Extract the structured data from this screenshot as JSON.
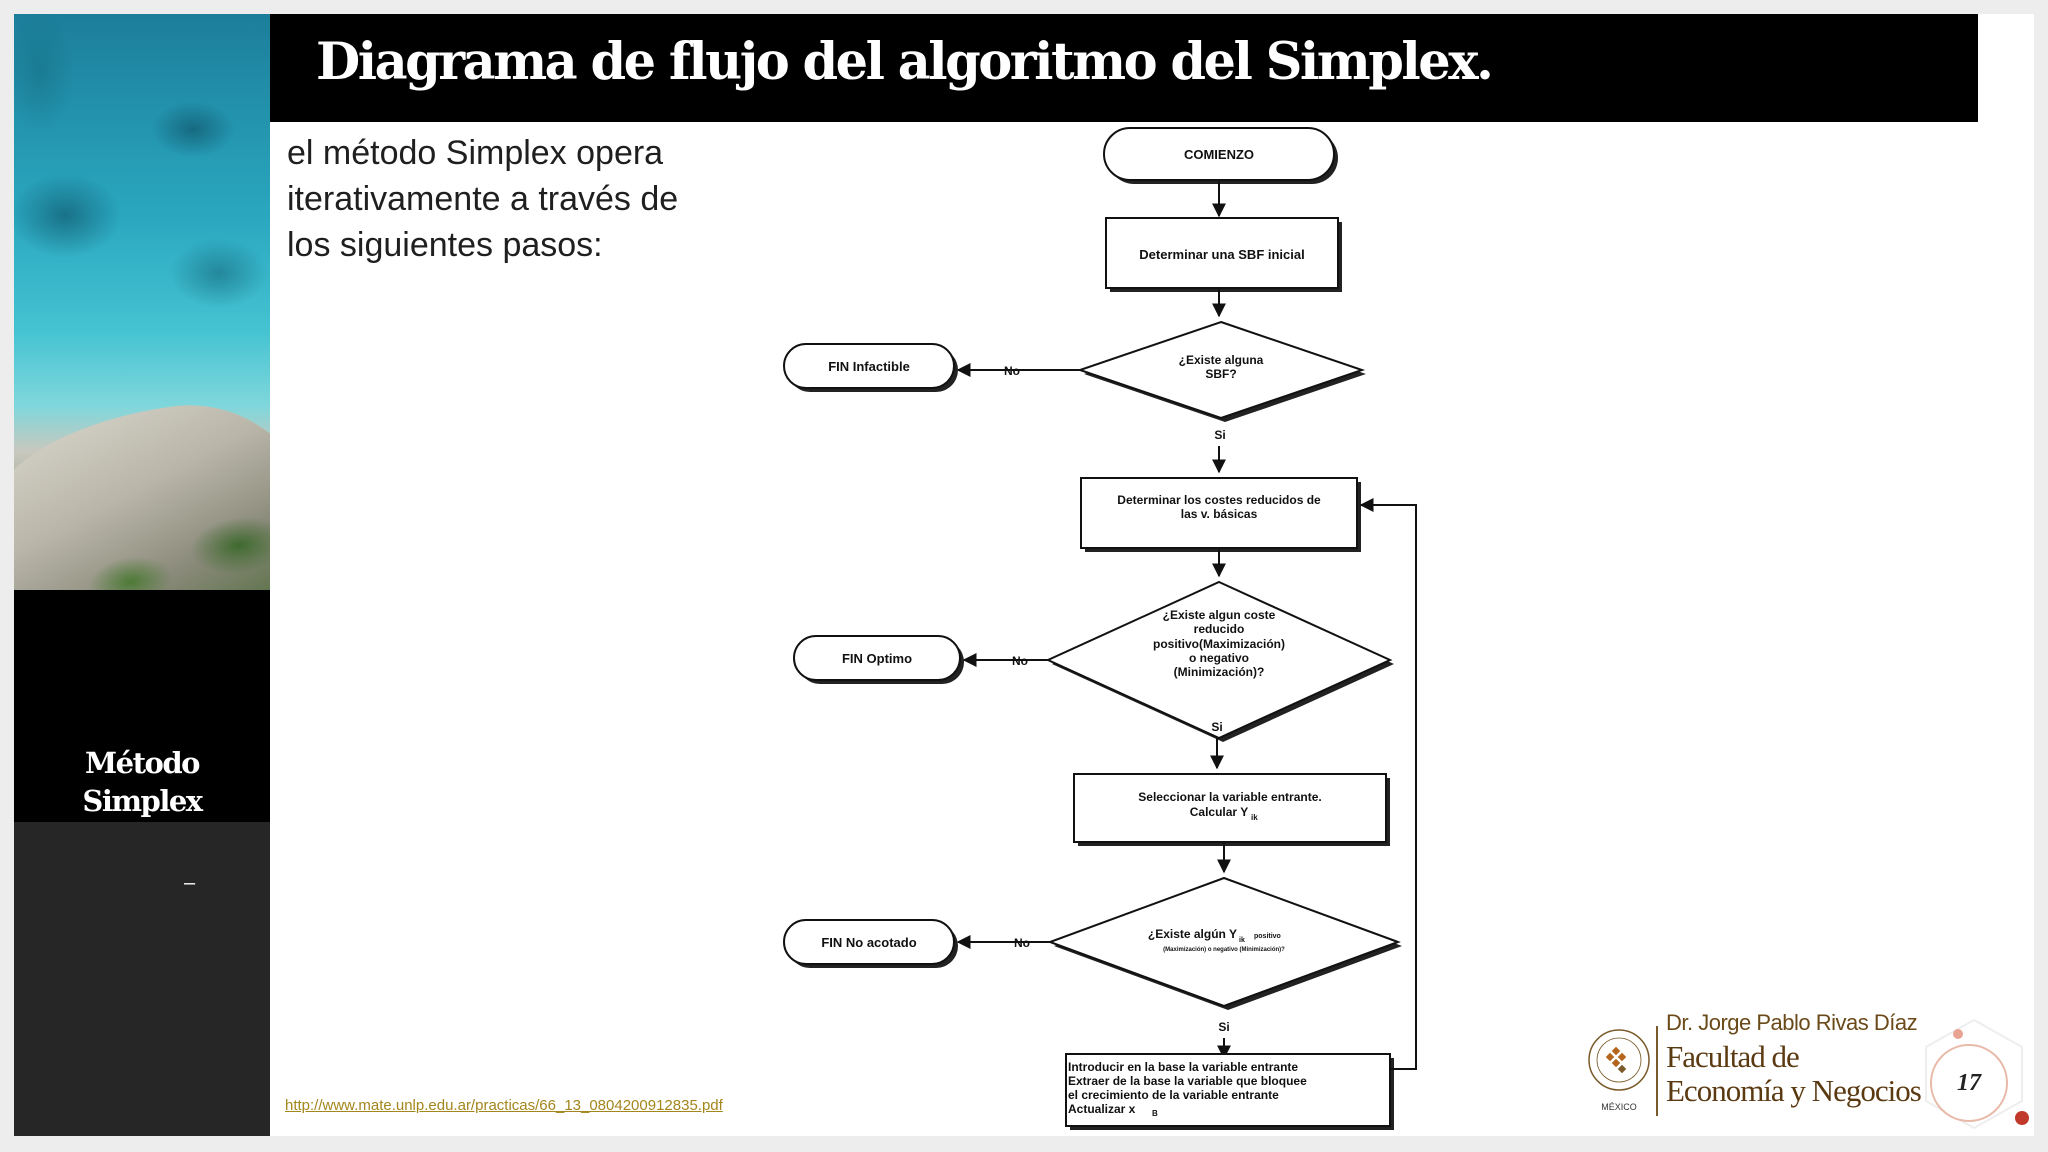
{
  "sidebar": {
    "title": "Método\nSimplex",
    "dash": "–"
  },
  "header": {
    "title": "Diagrama de flujo del algoritmo del Simplex."
  },
  "body": {
    "intro": "el método Simplex opera\niterativamente a través de\nlos siguientes pasos:",
    "source_link": "http://www.mate.unlp.edu.ar/practicas/66_13_0804200912835.pdf"
  },
  "flowchart": {
    "start": "COMIENZO",
    "step1": "Determinar una SBF inicial",
    "decision1": [
      "¿Existe alguna",
      "SBF?"
    ],
    "end1": "FIN Infactible",
    "step2": [
      "Determinar los costes reducidos de",
      "las v. básicas"
    ],
    "decision2": [
      "¿Existe algun coste",
      "reducido",
      "positivo(Maximización)",
      "o negativo",
      "(Minimización)?"
    ],
    "end2": "FIN Optimo",
    "step3": [
      "Seleccionar la variable entrante.",
      "Calcular Y",
      "ik"
    ],
    "decision3": [
      "¿Existe algún Y",
      "ik",
      "positivo",
      "(Maximización) o negativo (Minimización)?"
    ],
    "end3": "FIN No acotado",
    "step4": [
      "Introducir en la base la variable entrante",
      "Extraer de la base la variable que bloquee",
      "el crecimiento de la variable entrante",
      "Actualizar x",
      "B"
    ],
    "label_no": "No",
    "label_si": "Si"
  },
  "footer": {
    "author": "Dr. Jorge Pablo Rivas Díaz",
    "faculty": "Facultad de\nEconomía y Negocios",
    "seal_text": "MÉXICO",
    "page_number": "17"
  },
  "colors": {
    "header_bg": "#000000",
    "link": "#a3861c",
    "faculty": "#5b3a12",
    "accent_dot": "#c0392b"
  }
}
